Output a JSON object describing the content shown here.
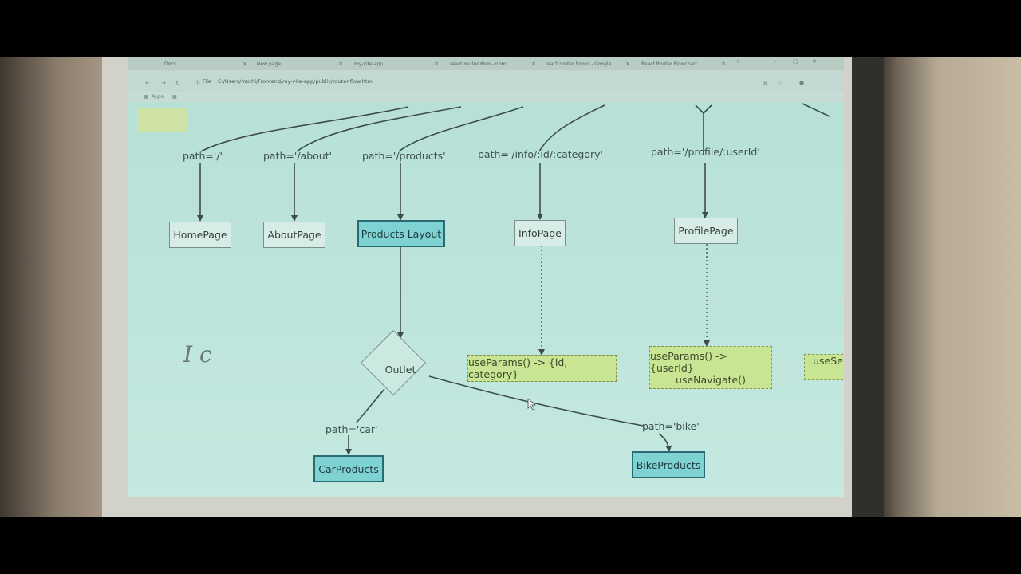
{
  "browser": {
    "tabs": [
      {
        "label": "Docs"
      },
      {
        "label": "New page"
      },
      {
        "label": "my-vite-app"
      },
      {
        "label": "react-router-dom - npm"
      },
      {
        "label": "react router hooks - Google"
      },
      {
        "label": "React Router Flowchart"
      }
    ],
    "tab_close": "×",
    "new_tab": "+",
    "window_controls": {
      "minimize": "–",
      "maximize": "▢",
      "close": "✕"
    },
    "file_label": "File",
    "address": "C:/Users/mothi/Frontend/my-vite-app/public/router-flow.html",
    "bookmark_apps": "Apps"
  },
  "flow": {
    "route_labels": [
      "path='/'",
      "path='/about'",
      "path='/products'",
      "path='/info/:id/:category'",
      "path='/profile/:userId'"
    ],
    "pages": {
      "home": "HomePage",
      "about": "AboutPage",
      "products_layout": "Products Layout",
      "info": "InfoPage",
      "profile": "ProfilePage"
    },
    "outlet": "Outlet",
    "child_routes": {
      "car": "path='car'",
      "bike": "path='bike'"
    },
    "child_pages": {
      "car": "CarProducts",
      "bike": "BikeProducts"
    },
    "hooks": {
      "info": "useParams() -> {id, category}",
      "profile_line1": "useParams() -> {userId}",
      "profile_line2": "useNavigate()",
      "partial": "useSe"
    },
    "handwriting": "I c"
  }
}
